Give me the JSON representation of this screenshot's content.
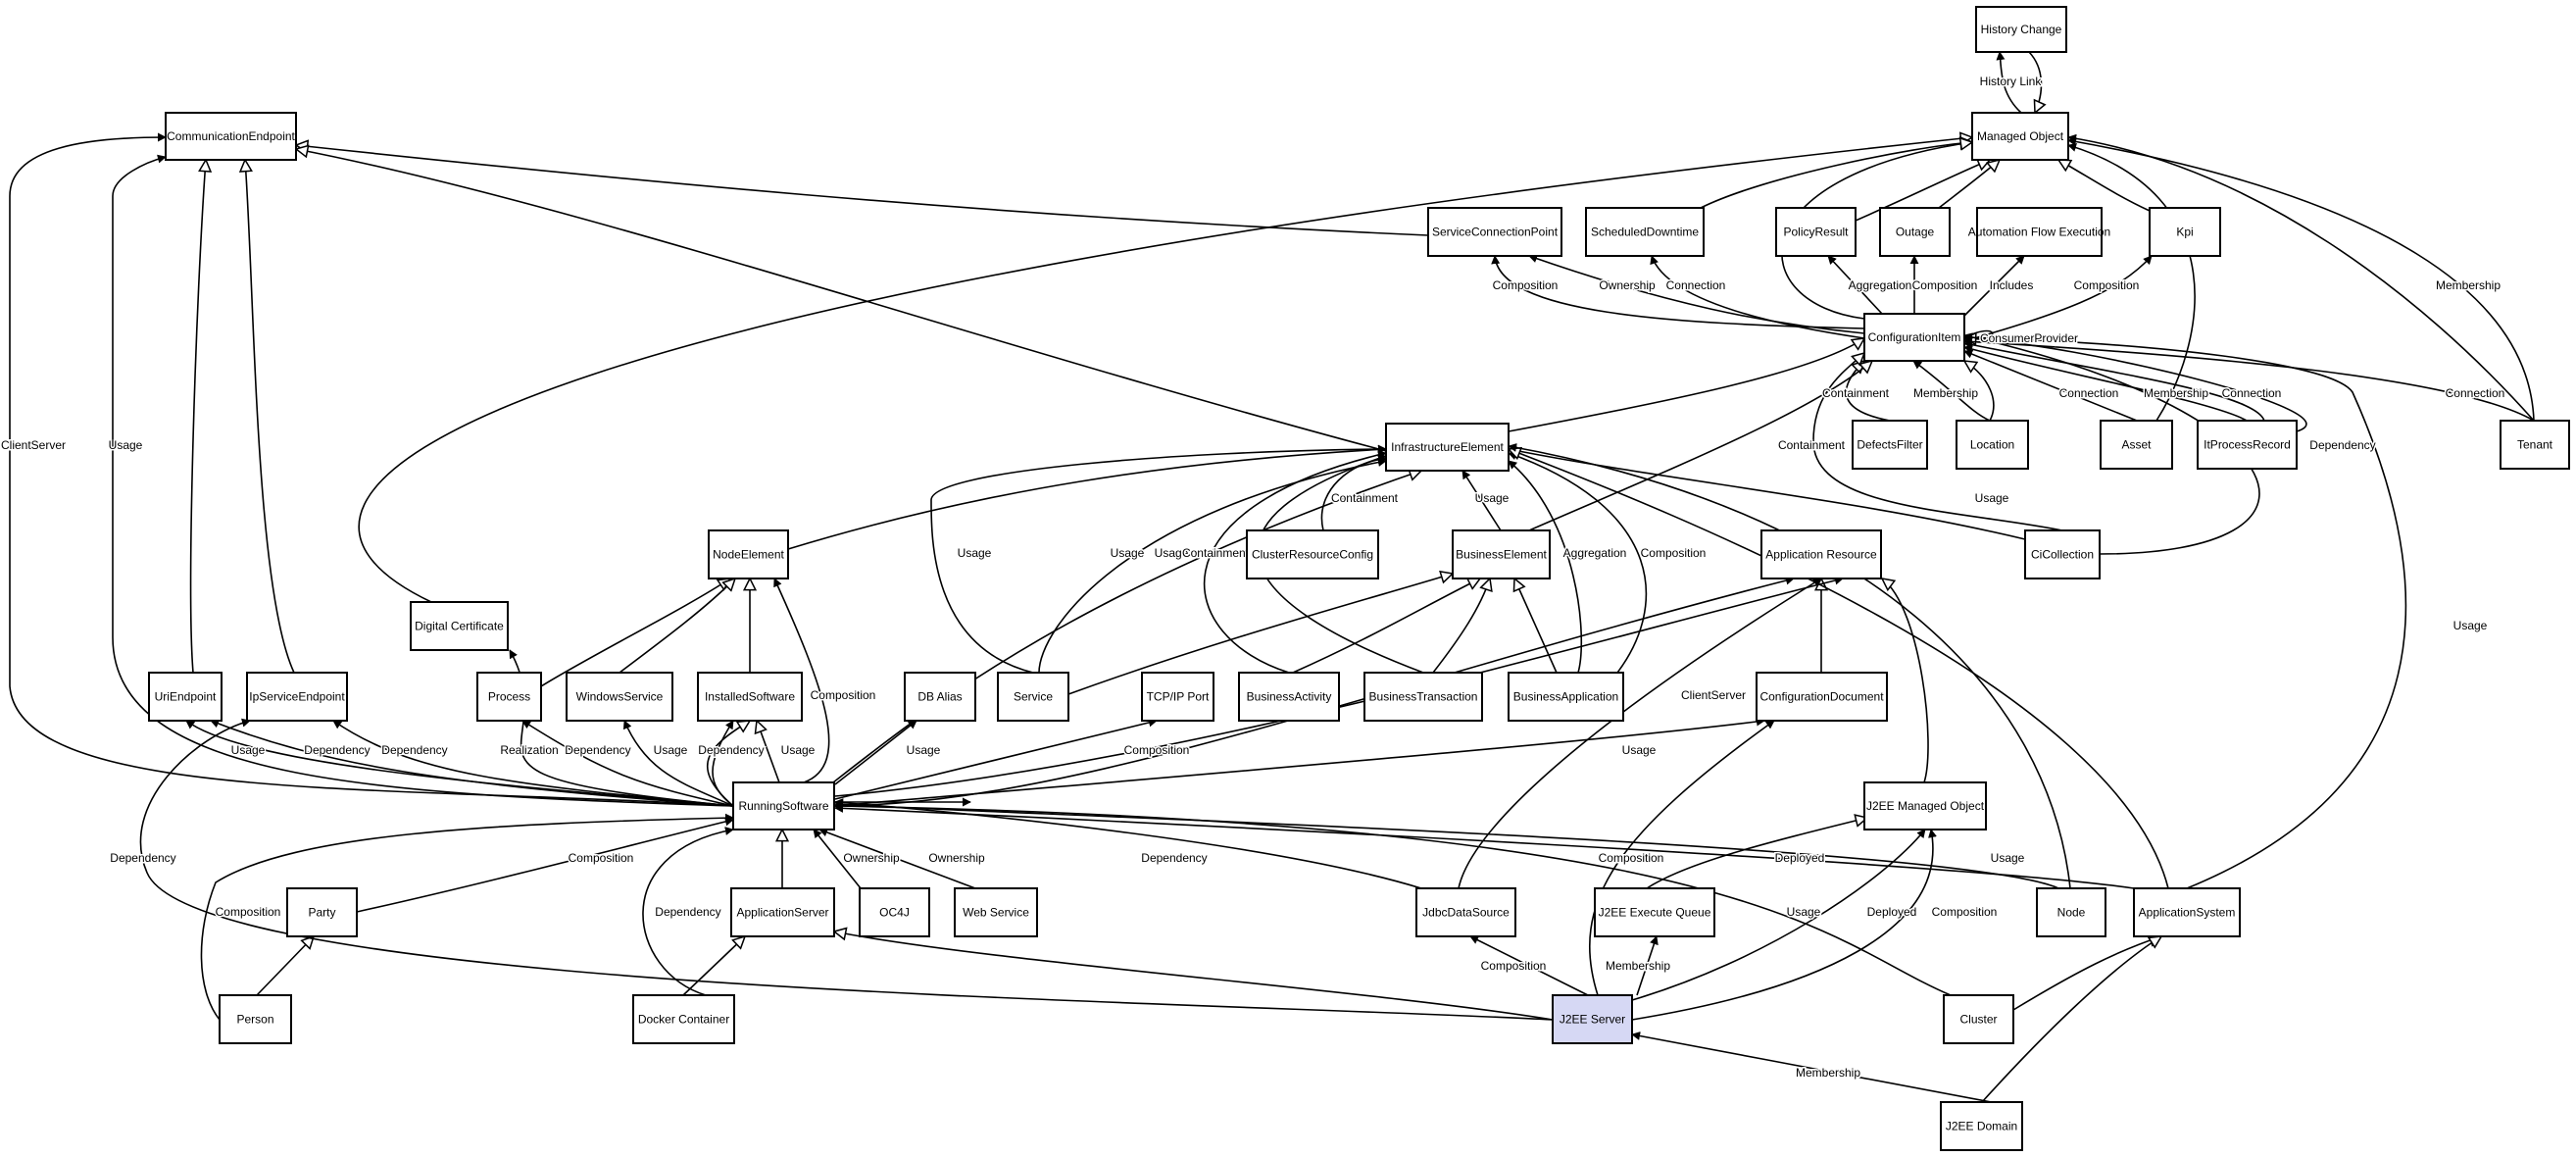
{
  "colors": {
    "line": "#000000",
    "box_fill": "#ffffff",
    "highlight_fill": "#d6d8f4"
  },
  "nodes": [
    {
      "id": "history_change",
      "label": "History Change"
    },
    {
      "id": "managed_object",
      "label": "Managed Object"
    },
    {
      "id": "communication_endpoint",
      "label": "CommunicationEndpoint"
    },
    {
      "id": "service_connection_point",
      "label": "ServiceConnectionPoint"
    },
    {
      "id": "scheduled_downtime",
      "label": "ScheduledDowntime"
    },
    {
      "id": "policy_result",
      "label": "PolicyResult"
    },
    {
      "id": "outage",
      "label": "Outage"
    },
    {
      "id": "automation_flow_execution",
      "label": "Automation Flow Execution"
    },
    {
      "id": "kpi",
      "label": "Kpi"
    },
    {
      "id": "configuration_item",
      "label": "ConfigurationItem"
    },
    {
      "id": "infrastructure_element",
      "label": "InfrastructureElement"
    },
    {
      "id": "defects_filter",
      "label": "DefectsFilter"
    },
    {
      "id": "location",
      "label": "Location"
    },
    {
      "id": "asset",
      "label": "Asset"
    },
    {
      "id": "it_process_record",
      "label": "ItProcessRecord"
    },
    {
      "id": "tenant",
      "label": "Tenant"
    },
    {
      "id": "node_element",
      "label": "NodeElement"
    },
    {
      "id": "cluster_resource_config",
      "label": "ClusterResourceConfig"
    },
    {
      "id": "business_element",
      "label": "BusinessElement"
    },
    {
      "id": "application_resource",
      "label": "Application Resource"
    },
    {
      "id": "ci_collection",
      "label": "CiCollection"
    },
    {
      "id": "digital_certificate",
      "label": "Digital Certificate"
    },
    {
      "id": "uri_endpoint",
      "label": "UriEndpoint"
    },
    {
      "id": "ip_service_endpoint",
      "label": "IpServiceEndpoint"
    },
    {
      "id": "process",
      "label": "Process"
    },
    {
      "id": "windows_service",
      "label": "WindowsService"
    },
    {
      "id": "installed_software",
      "label": "InstalledSoftware"
    },
    {
      "id": "db_alias",
      "label": "DB Alias"
    },
    {
      "id": "service",
      "label": "Service"
    },
    {
      "id": "tcp_ip_port",
      "label": "TCP/IP Port"
    },
    {
      "id": "business_activity",
      "label": "BusinessActivity"
    },
    {
      "id": "business_transaction",
      "label": "BusinessTransaction"
    },
    {
      "id": "business_application",
      "label": "BusinessApplication"
    },
    {
      "id": "configuration_document",
      "label": "ConfigurationDocument"
    },
    {
      "id": "running_software",
      "label": "RunningSoftware"
    },
    {
      "id": "j2ee_managed_object",
      "label": "J2EE Managed Object"
    },
    {
      "id": "party",
      "label": "Party"
    },
    {
      "id": "application_server",
      "label": "ApplicationServer"
    },
    {
      "id": "oc4j",
      "label": "OC4J"
    },
    {
      "id": "web_service",
      "label": "Web Service"
    },
    {
      "id": "jdbc_data_source",
      "label": "JdbcDataSource"
    },
    {
      "id": "j2ee_execute_queue",
      "label": "J2EE Execute Queue"
    },
    {
      "id": "node",
      "label": "Node"
    },
    {
      "id": "application_system",
      "label": "ApplicationSystem"
    },
    {
      "id": "person",
      "label": "Person"
    },
    {
      "id": "docker_container",
      "label": "Docker Container"
    },
    {
      "id": "j2ee_server",
      "label": "J2EE Server",
      "highlight": true
    },
    {
      "id": "cluster",
      "label": "Cluster"
    },
    {
      "id": "j2ee_domain",
      "label": "J2EE Domain"
    }
  ],
  "edge_labels": [
    "History Link",
    "ClientServer",
    "Usage",
    "Composition",
    "Ownership",
    "Connection",
    "Aggregation",
    "Composition",
    "Includes",
    "Composition",
    "ConsumerProvider",
    "Containment",
    "Membership",
    "Connection",
    "Membership",
    "Connection",
    "Connection",
    "Membership",
    "Containment",
    "Dependency",
    "Usage",
    "Usage",
    "Containment",
    "Usage",
    "Usage",
    "Usage",
    "Usage",
    "Containment",
    "Aggregation",
    "Composition",
    "ClientServer",
    "Usage",
    "Usage",
    "Dependency",
    "Dependency",
    "Realization",
    "Dependency",
    "Usage",
    "Dependency",
    "Usage",
    "Composition",
    "Usage",
    "Composition",
    "Dependency",
    "Ownership",
    "Ownership",
    "Composition",
    "Composition",
    "Dependency",
    "Dependency",
    "Composition",
    "Membership",
    "Composition",
    "Usage",
    "Composition",
    "Membership",
    "Deployed",
    "Deployed",
    "Usage",
    "Membership"
  ]
}
